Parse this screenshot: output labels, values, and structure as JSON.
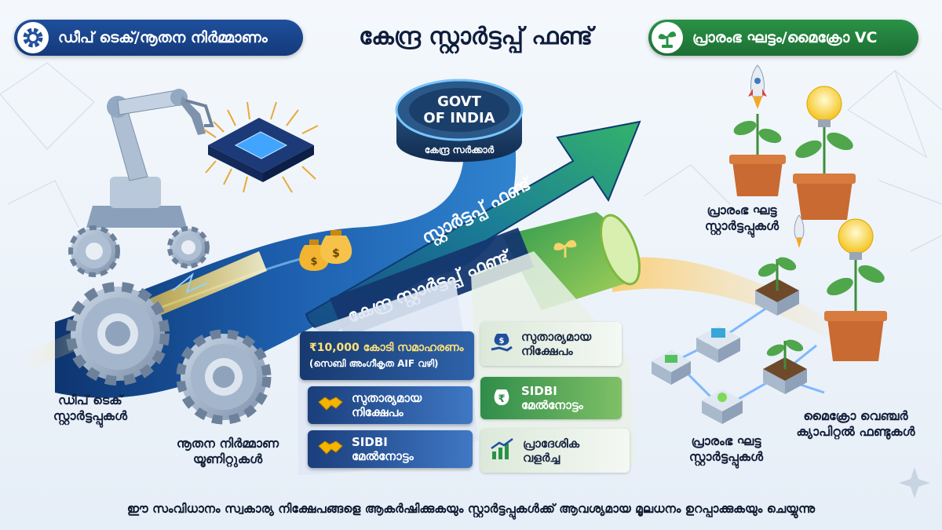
{
  "header": {
    "title": "കേന്ദ്ര സ്റ്റാർട്ടപ്പ് ഫണ്ട്",
    "left_pill": "ഡീപ് ടെക്/നൂതന നിർമ്മാണം",
    "right_pill": "പ്രാരംഭ ഘട്ടം/മൈക്രോ VC"
  },
  "hub": {
    "line1": "GOVT",
    "line2": "OF INDIA",
    "sub": "കേന്ദ്ര സർക്കാർ"
  },
  "arrow": {
    "upper_label": "സ്റ്റാർട്ടപ്പ് ഫണ്ട്",
    "lower_label": "കേന്ദ്ര സ്റ്റാർട്ടപ്പ് ഫണ്ട്"
  },
  "left_panel": {
    "corpus_amount": "₹10,000 കോടി സമാഹരണം",
    "corpus_note": "(സെബി അംഗീകൃത AIF വഴി)",
    "items": [
      {
        "label": "സുതാര്യമായ നിക്ഷേപം",
        "icon": "handshake-icon"
      },
      {
        "label": "SIDBI മേൽനോട്ടം",
        "icon": "handshake-icon"
      }
    ]
  },
  "right_panel": {
    "items": [
      {
        "label": "സുതാര്യമായ നിക്ഷേപം",
        "icon": "money-bag-hand-icon"
      },
      {
        "label": "SIDBI മേൽനോട്ടം",
        "icon": "rupee-bag-icon"
      },
      {
        "label": "പ്രാദേശിക വളർച്ച",
        "icon": "growth-chart-icon"
      }
    ]
  },
  "labels": {
    "deep_tech": "ഡീപ് ടെക് സ്റ്റാർട്ടപ്പുകൾ",
    "manufacturing": "നൂതന നിർമ്മാണ യൂണിറ്റുകൾ",
    "early_stage_top": "പ്രാരംഭ ഘട്ട സ്റ്റാർട്ടപ്പുകൾ",
    "early_stage_bottom": "പ്രാരംഭ ഘട്ട സ്റ്റാർട്ടപ്പുകൾ",
    "micro_vc": "മൈക്രോ വെഞ്ചർ ക്യാപിറ്റൽ ഫണ്ടുകൾ"
  },
  "footer": {
    "caption": "ഈ സംവിധാനം സ്വകാര്യ നിക്ഷേപങ്ങളെ ആകർഷിക്കുകയും സ്റ്റാർട്ടപ്പുകൾക്ക് ആവശ്യമായ മൂലധനം ഉറപ്പാക്കുകയും ചെയ്യുന്നു"
  },
  "colors": {
    "navy": "#1f4f9d",
    "green": "#2a9246",
    "teal_arrow": "#1b8a8c",
    "gold": "#f4b400"
  }
}
